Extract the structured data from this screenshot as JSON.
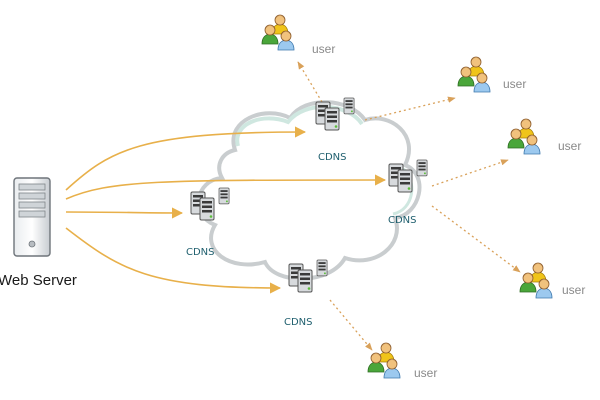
{
  "diagram": {
    "server_label": "Web Server",
    "cdn_nodes": [
      {
        "label": "CDNS"
      },
      {
        "label": "CDNS"
      },
      {
        "label": "CDNS"
      },
      {
        "label": "CDNS"
      }
    ],
    "users": [
      {
        "label": "user"
      },
      {
        "label": "user"
      },
      {
        "label": "user"
      },
      {
        "label": "user"
      },
      {
        "label": "user"
      }
    ],
    "colors": {
      "server_arrow": "#e8b04a",
      "user_link": "#d9a15a",
      "cloud_outline": "#c9cdcf",
      "cloud_highlight": "#cfe7e0",
      "cdns_text": "#1f5f6e",
      "user_text": "#8a8a8a"
    }
  }
}
